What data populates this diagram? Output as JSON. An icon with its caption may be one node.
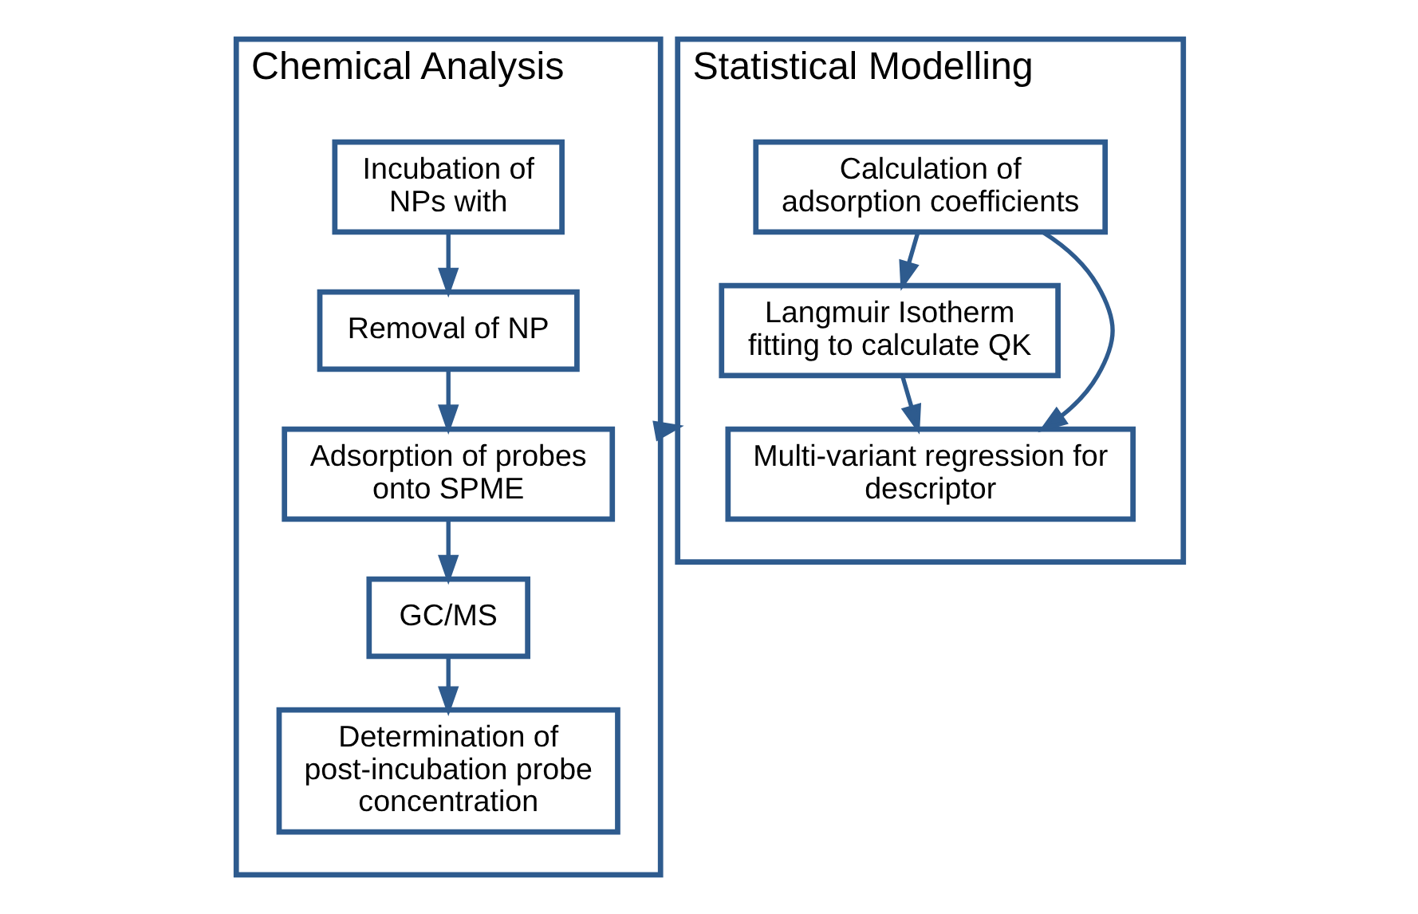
{
  "diagram": {
    "nodes": [
      {
        "text": [
          "Chemical Analysis"
        ]
      },
      {
        "text": [
          "Incubation of NPs with"
        ],
        "in": 0
      },
      {
        "text": [
          "Removal of NP"
        ],
        "in": 0
      },
      {
        "text": [
          "Adsorption of probes onto SPME"
        ],
        "in": 0
      },
      {
        "text": [
          "GC/MS"
        ],
        "in": 0
      },
      {
        "text": [
          "Determination of post-incubation probe concentration"
        ],
        "in": 0
      },
      {
        "text": [
          "Statistical Modelling"
        ]
      },
      {
        "text": [
          "Calculation of adsorption coefficients"
        ],
        "in": 6
      },
      {
        "text": [
          "Langmuir Isotherm fitting to calculate QK"
        ],
        "in": 6
      },
      {
        "text": [
          "Multi-variant regression for descriptor"
        ],
        "in": 6
      }
    ],
    "edges": [
      {
        "from": 1,
        "to": 2,
        "arrow": "to"
      },
      {
        "from": 2,
        "to": 3,
        "arrow": "to"
      },
      {
        "from": 3,
        "to": 4,
        "arrow": "to"
      },
      {
        "from": 4,
        "to": 5,
        "arrow": "to"
      },
      {
        "from": 0,
        "to": 6,
        "arrow": "to"
      },
      {
        "from": 7,
        "to": 8,
        "arrow": "to"
      },
      {
        "from": 7,
        "to": 9,
        "arrow": "to"
      },
      {
        "from": 8,
        "to": 9,
        "arrow": "to"
      }
    ]
  }
}
